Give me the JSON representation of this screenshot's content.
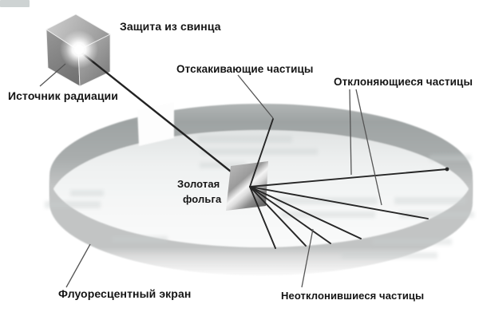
{
  "figure": {
    "subject": "rutherford-gold-foil-experiment-diagram"
  },
  "labels": {
    "lead_shield": "Защита из свинца",
    "radiation_source": "Источник радиации",
    "rebounding_particles": "Отскакивающие частицы",
    "deflecting_particles": "Отклоняющиеся частицы",
    "gold_foil_line1": "Золотая",
    "gold_foil_line2": "фольга",
    "fluorescent_screen": "Флуоресцентный экран",
    "undeflected_particles": "Неотклонившиеся частицы"
  },
  "colors": {
    "label_text": "#151515",
    "ray_line": "#262626",
    "leader_line": "#555555",
    "screen_back_band": "#a6aaaa",
    "screen_front_band": "#e3e4e4",
    "cube_face_dark": "#6e6e6e",
    "foil_highlight": "#f4f4f4",
    "background": "#ffffff"
  }
}
